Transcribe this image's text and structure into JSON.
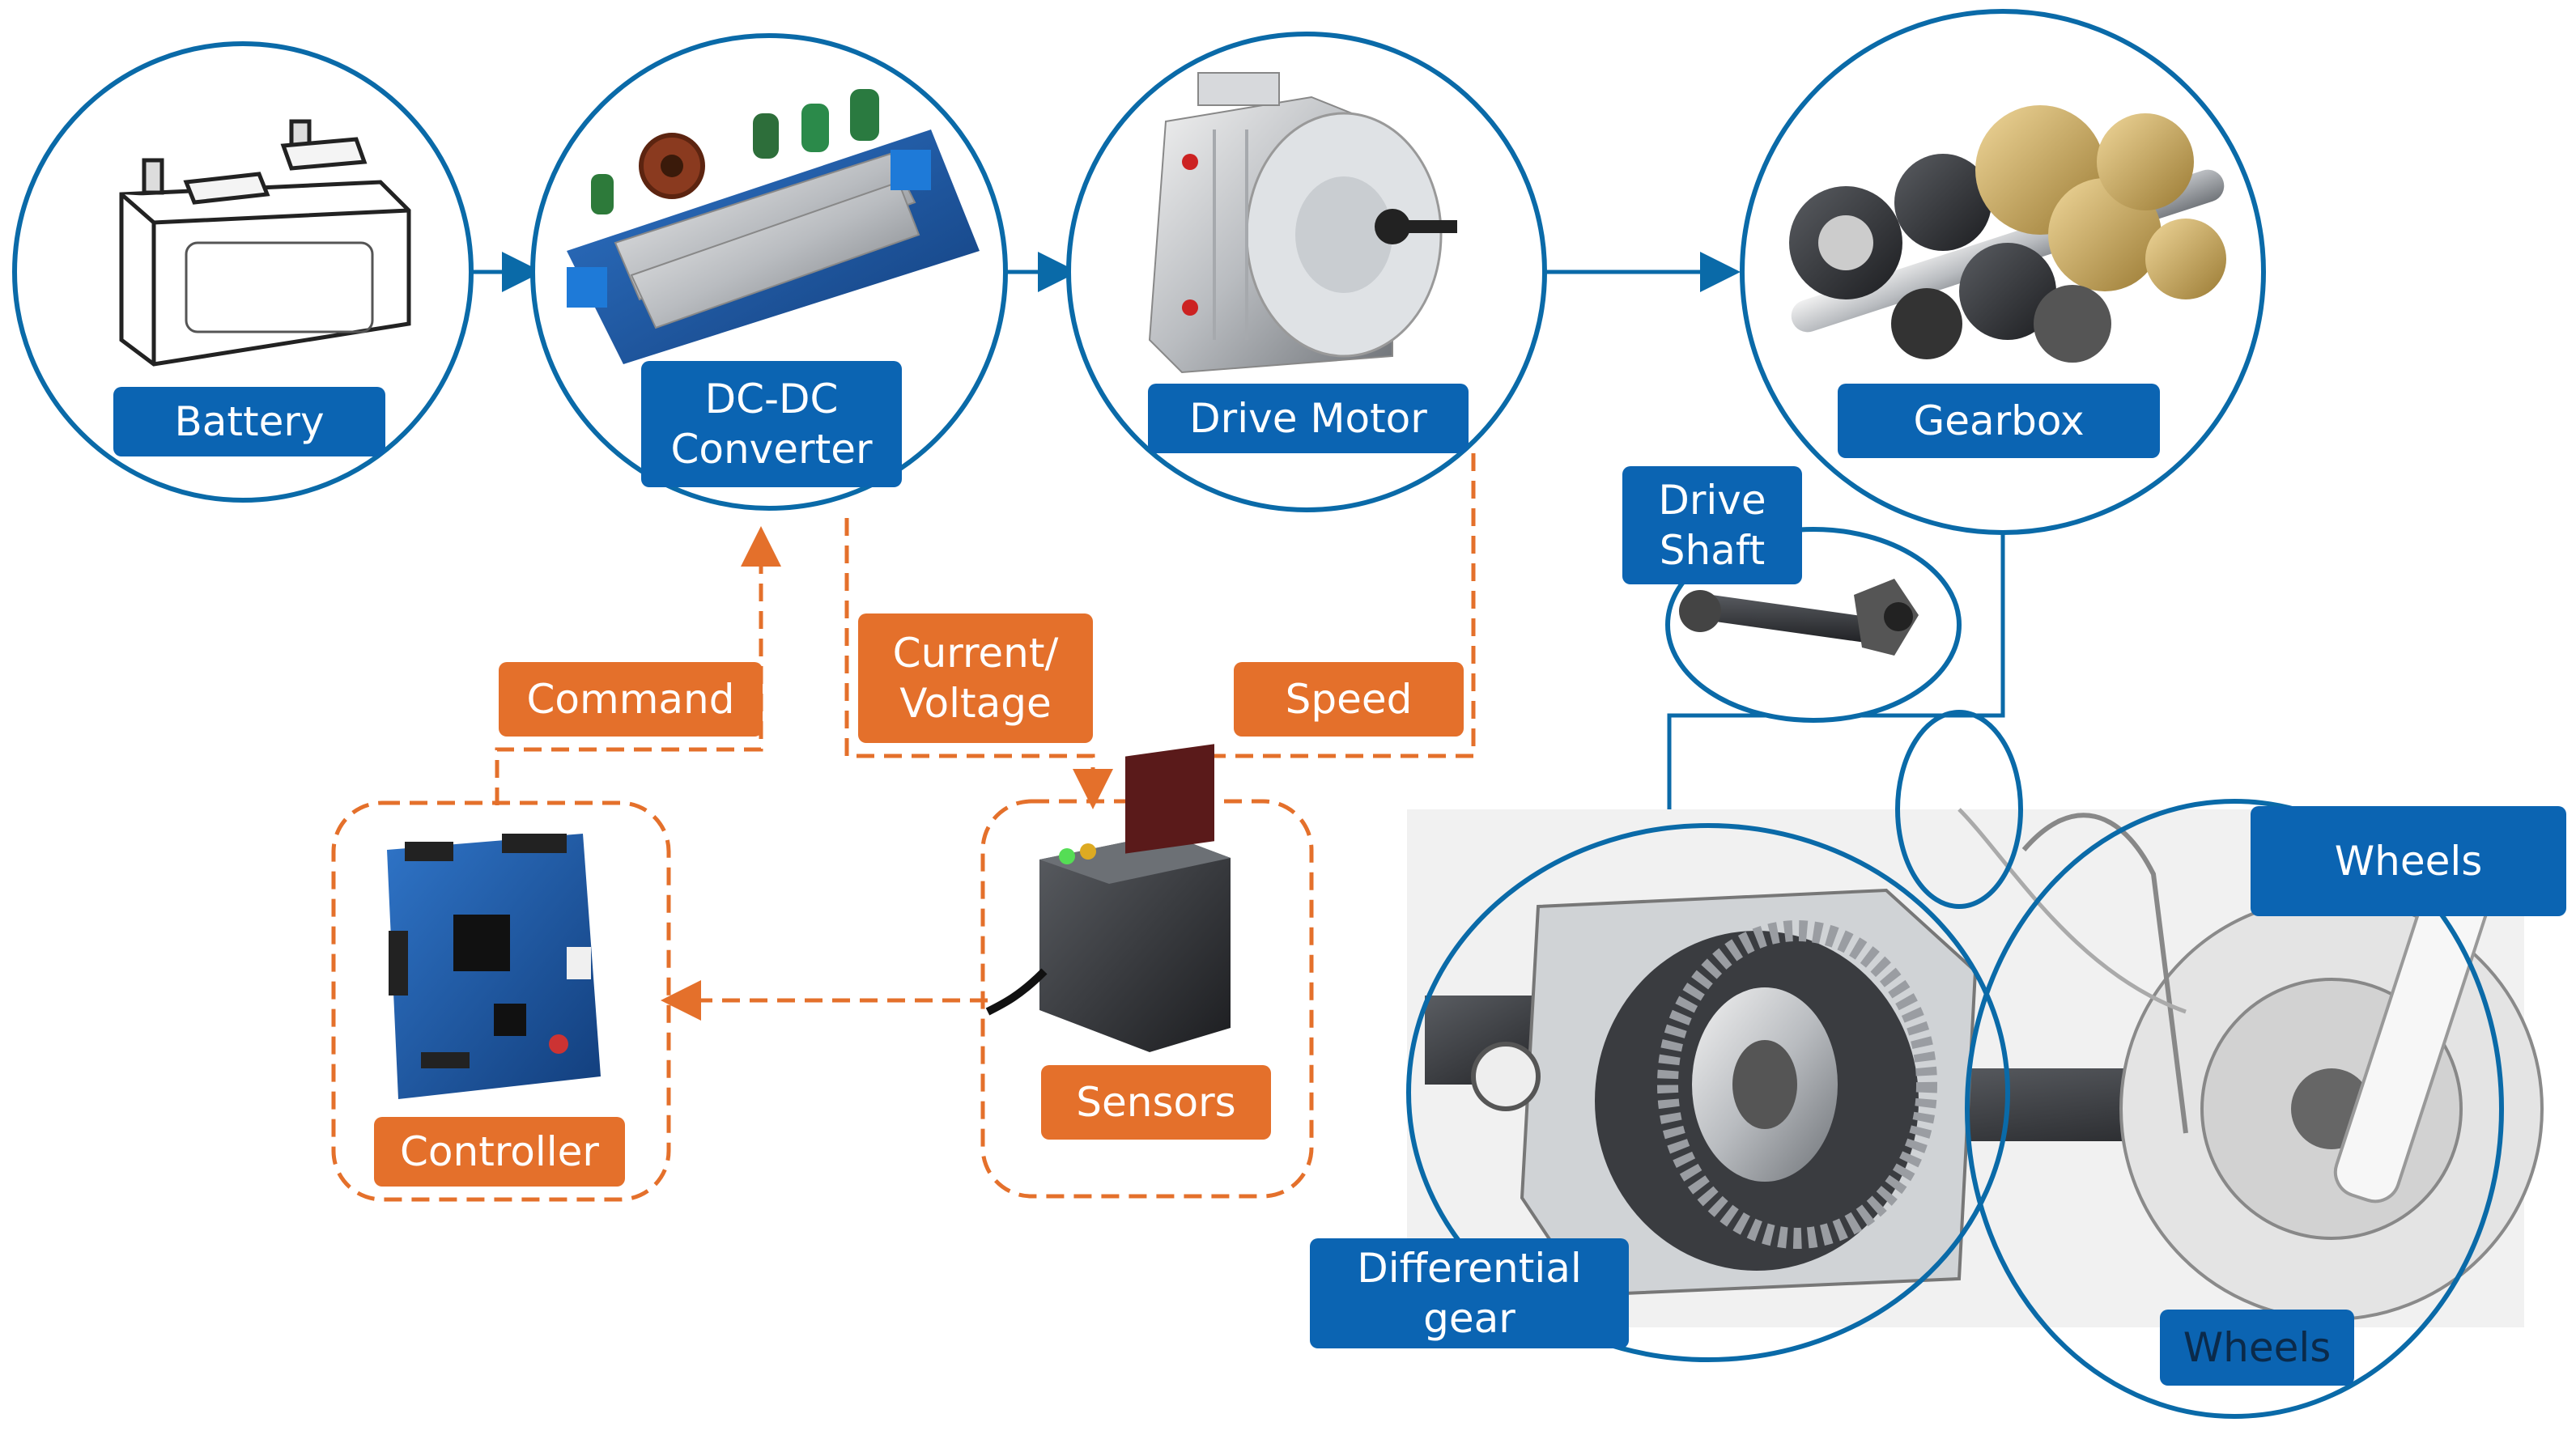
{
  "components": {
    "battery": "Battery",
    "dcdc": "DC-DC\nConverter",
    "motor": "Drive Motor",
    "gearbox": "Gearbox",
    "shaft": "Drive\nShaft",
    "wheels_top": "Wheels",
    "differential": "Differential\ngear",
    "wheels_bottom": "Wheels",
    "controller": "Controller",
    "sensors": "Sensors"
  },
  "signals": {
    "command": "Command",
    "current_voltage": "Current/\nVoltage",
    "speed": "Speed"
  },
  "colors": {
    "power_path": "#0b64b2",
    "control_path": "#e4702b",
    "ring": "#0a6aa8"
  },
  "icons": [
    "battery-icon",
    "dcdc-board-icon",
    "electric-motor-icon",
    "gearbox-icon",
    "drive-shaft-icon",
    "controller-board-icon",
    "sensor-icon",
    "differential-axle-illustration"
  ]
}
